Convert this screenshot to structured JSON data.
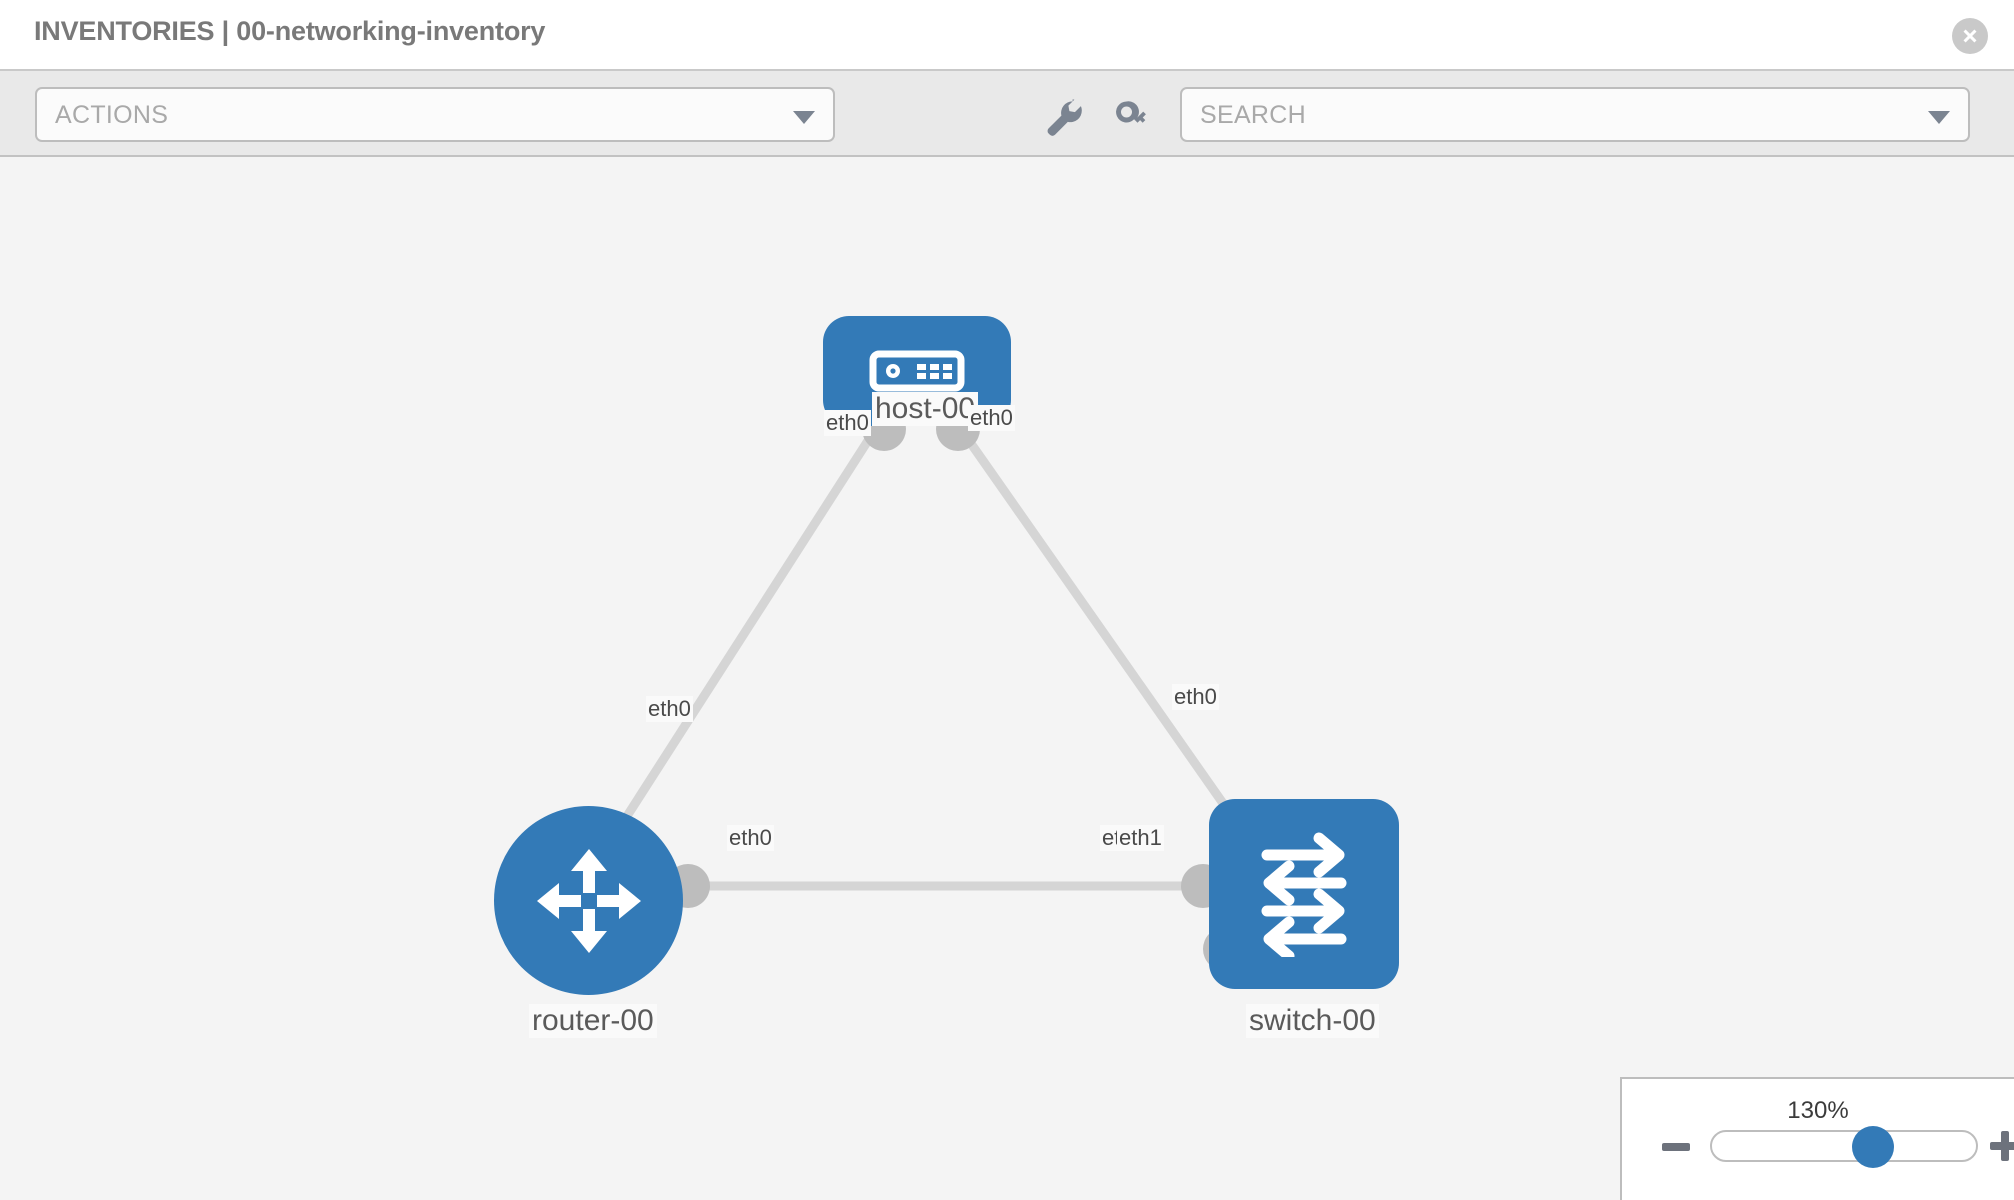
{
  "header": {
    "title": "INVENTORIES | 00-networking-inventory",
    "close_icon": "close-circle-icon"
  },
  "toolbar": {
    "actions": {
      "label": "ACTIONS",
      "caret_icon": "chevron-down-icon"
    },
    "wrench_icon": "wrench-icon",
    "key_icon": "key-icon",
    "search": {
      "placeholder": "SEARCH",
      "value": "SEARCH",
      "caret_icon": "chevron-down-icon"
    }
  },
  "topology": {
    "nodes": [
      {
        "id": "host-00",
        "label": "host-00",
        "type": "host",
        "icon": "server-appliance-icon"
      },
      {
        "id": "router-00",
        "label": "router-00",
        "type": "router",
        "icon": "router-arrows-icon"
      },
      {
        "id": "switch-00",
        "label": "switch-00",
        "type": "switch",
        "icon": "switch-arrows-icon"
      }
    ],
    "links": [
      {
        "from": "host-00",
        "from_iface": "eth0",
        "to": "router-00",
        "to_iface": "eth0"
      },
      {
        "from": "host-00",
        "from_iface": "eth0",
        "to": "switch-00",
        "to_iface": "eth0"
      },
      {
        "from": "router-00",
        "from_iface": "eth0",
        "to": "switch-00",
        "to_iface": "eth1"
      }
    ],
    "interface_labels": {
      "host_left": "eth0",
      "host_right": "eth0",
      "router_up": "eth0",
      "switch_up": "eth0",
      "router_right": "eth0",
      "switch_left_a": "eth0",
      "switch_left_b": "eth1"
    }
  },
  "zoom_control": {
    "percent": "130%",
    "minus_icon": "minus-icon",
    "plus_icon": "plus-icon"
  },
  "colors": {
    "node_blue": "#337ab7",
    "edge_gray": "#d5d5d5",
    "nub_gray": "#bdbdbd",
    "canvas_bg": "#f4f4f4",
    "toolbar_bg": "#e9e9e9"
  }
}
